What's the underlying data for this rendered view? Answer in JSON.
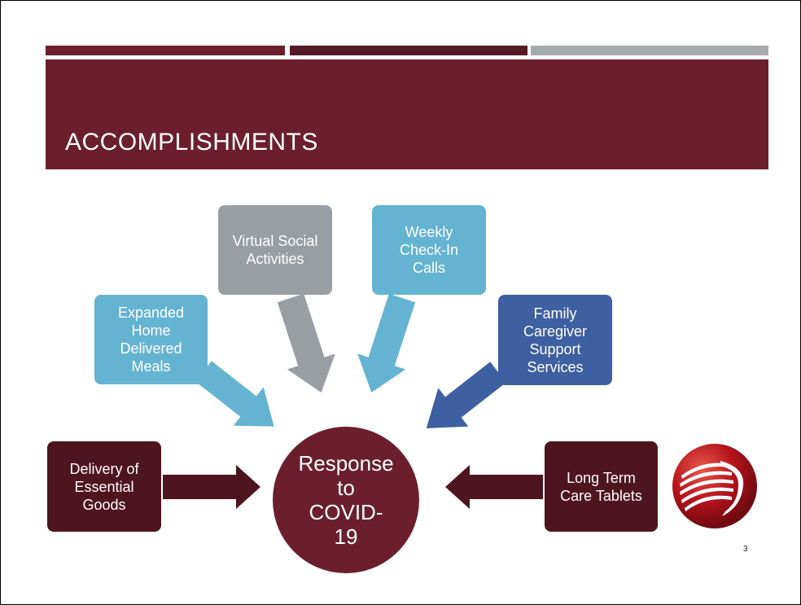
{
  "slide": {
    "title": "ACCOMPLISHMENTS",
    "slide_number": "3"
  },
  "colors": {
    "maroon": "#6b1f2e",
    "dark_maroon": "#4e1520",
    "bar_mid": "#561a26",
    "gray": "#999ea3",
    "light_blue": "#65b3d3",
    "dark_blue": "#3e5fa0"
  },
  "diagram": {
    "center": "Response\nto\nCOVID-\n19",
    "nodes": {
      "delivery": "Delivery of\nEssential\nGoods",
      "meals": "Expanded\nHome\nDelivered\nMeals",
      "virtual": "Virtual Social\nActivities",
      "weekly": "Weekly\nCheck-In\nCalls",
      "family": "Family\nCaregiver\nSupport\nServices",
      "ltc": "Long Term\nCare Tablets"
    }
  },
  "logo": {
    "icon": "agency-logo-icon"
  }
}
